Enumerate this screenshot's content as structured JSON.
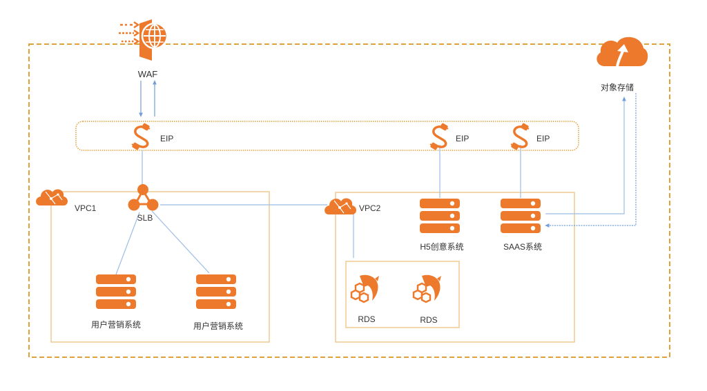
{
  "colors": {
    "orange": "#ED7A2C",
    "boundary": "#E0A03A",
    "box": "#F0C890",
    "line": "#9BBDE6",
    "arrow": "#6F9ED9"
  },
  "nodes": {
    "waf": {
      "label": "WAF",
      "icon": "waf-icon"
    },
    "oss": {
      "label": "对象存储",
      "icon": "object-storage-icon"
    },
    "eip1": {
      "label": "EIP",
      "icon": "eip-icon"
    },
    "eip2": {
      "label": "EIP",
      "icon": "eip-icon"
    },
    "eip3": {
      "label": "EIP",
      "icon": "eip-icon"
    },
    "vpc1": {
      "label": "VPC1",
      "icon": "vpc-cloud-icon"
    },
    "vpc2": {
      "label": "VPC2",
      "icon": "vpc-cloud-icon"
    },
    "slb": {
      "label": "SLB",
      "icon": "slb-icon"
    },
    "server1": {
      "label": "用户营销系统",
      "icon": "server-icon"
    },
    "server2": {
      "label": "用户营销系统",
      "icon": "server-icon"
    },
    "h5": {
      "label": "H5创意系统",
      "icon": "server-icon"
    },
    "saas": {
      "label": "SAAS系统",
      "icon": "server-icon"
    },
    "rds1": {
      "label": "RDS",
      "icon": "rds-icon"
    },
    "rds2": {
      "label": "RDS",
      "icon": "rds-icon"
    }
  }
}
